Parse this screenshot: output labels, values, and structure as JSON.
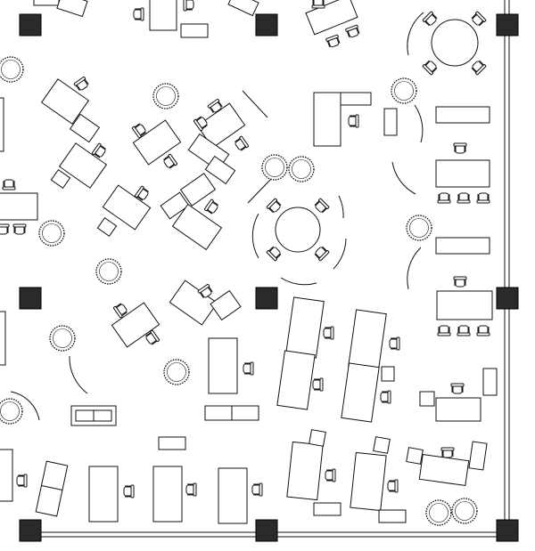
{
  "drawing": {
    "kind": "office floor plan",
    "colors": {
      "line": "#111111",
      "column": "#2a2a2a",
      "background": "#ffffff"
    },
    "symbols": [
      "column",
      "desk",
      "chair",
      "plant",
      "round-table",
      "curved-partition",
      "sofa",
      "wall"
    ]
  }
}
